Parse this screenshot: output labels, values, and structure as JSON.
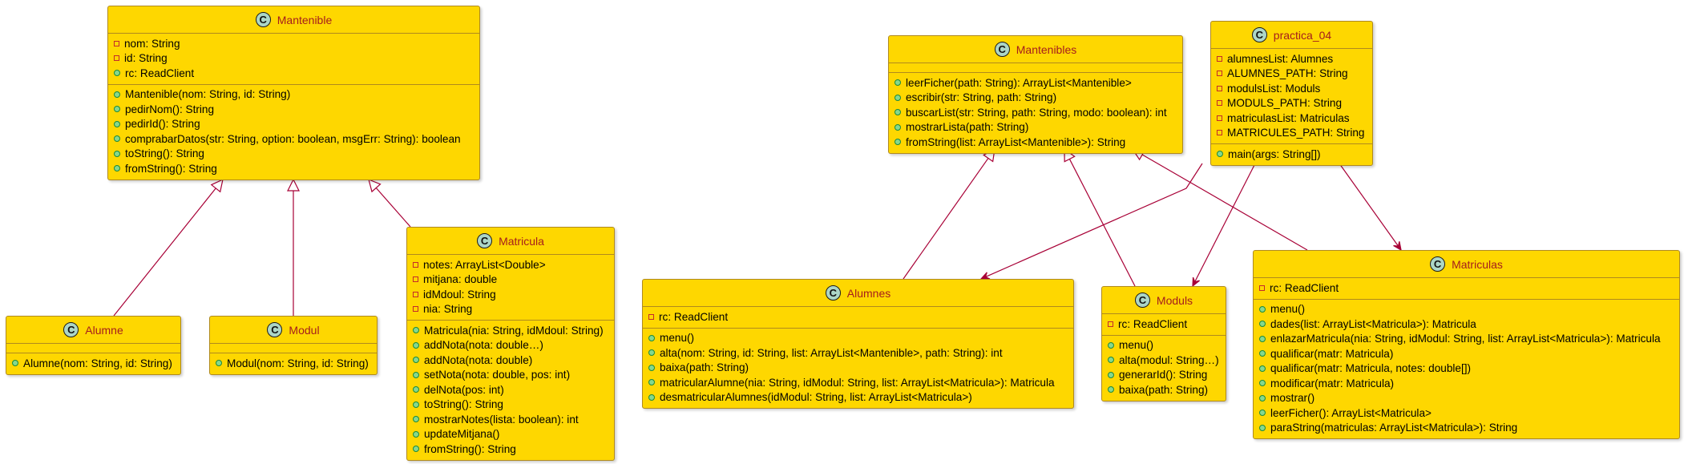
{
  "colors": {
    "class_fill": "#FED700",
    "class_border": "#B08A1E",
    "class_name": "#A51D1D",
    "icon_fill": "#ACD6C6",
    "private_marker": "#C42B2B",
    "public_marker": "#1B8A3A",
    "inheritance_edge": "#A80036",
    "association_edge": "#A80036"
  },
  "icons": {
    "class_icon": "circle-with-letter-C",
    "private_field": "red-square",
    "public_method": "green-circle"
  },
  "classes": [
    {
      "id": "mantenible",
      "name": "Mantenible",
      "icon_letter": "C",
      "fields": [
        {
          "vis": "private",
          "text": "nom: String"
        },
        {
          "vis": "private",
          "text": "id: String"
        },
        {
          "vis": "public",
          "text": "rc: ReadClient"
        }
      ],
      "methods": [
        {
          "vis": "public",
          "text": "Mantenible(nom: String, id: String)"
        },
        {
          "vis": "public",
          "text": "pedirNom(): String"
        },
        {
          "vis": "public",
          "text": "pedirId(): String"
        },
        {
          "vis": "public",
          "text": "comprabarDatos(str: String, option: boolean, msgErr: String): boolean"
        },
        {
          "vis": "public",
          "text": "toString(): String"
        },
        {
          "vis": "public",
          "text": "fromString(): String"
        }
      ]
    },
    {
      "id": "alumne",
      "name": "Alumne",
      "icon_letter": "C",
      "fields": [],
      "methods": [
        {
          "vis": "public",
          "text": "Alumne(nom: String, id: String)"
        }
      ]
    },
    {
      "id": "modul",
      "name": "Modul",
      "icon_letter": "C",
      "fields": [],
      "methods": [
        {
          "vis": "public",
          "text": "Modul(nom: String, id: String)"
        }
      ]
    },
    {
      "id": "matricula",
      "name": "Matricula",
      "icon_letter": "C",
      "fields": [
        {
          "vis": "private",
          "text": "notes: ArrayList<Double>"
        },
        {
          "vis": "private",
          "text": "mitjana: double"
        },
        {
          "vis": "private",
          "text": "idMdoul: String"
        },
        {
          "vis": "private",
          "text": "nia: String"
        }
      ],
      "methods": [
        {
          "vis": "public",
          "text": "Matricula(nia: String, idMdoul: String)"
        },
        {
          "vis": "public",
          "text": "addNota(nota: double…)"
        },
        {
          "vis": "public",
          "text": "addNota(nota: double)"
        },
        {
          "vis": "public",
          "text": "setNota(nota: double, pos: int)"
        },
        {
          "vis": "public",
          "text": "delNota(pos: int)"
        },
        {
          "vis": "public",
          "text": "toString(): String"
        },
        {
          "vis": "public",
          "text": "mostrarNotes(lista: boolean): int"
        },
        {
          "vis": "public",
          "text": "updateMitjana()"
        },
        {
          "vis": "public",
          "text": "fromString(): String"
        }
      ]
    },
    {
      "id": "mantenibles",
      "name": "Mantenibles",
      "icon_letter": "C",
      "fields": [],
      "methods": [
        {
          "vis": "public",
          "text": "leerFicher(path: String): ArrayList<Mantenible>"
        },
        {
          "vis": "public",
          "text": "escribir(str: String, path: String)"
        },
        {
          "vis": "public",
          "text": "buscarList(str: String, path: String, modo: boolean): int"
        },
        {
          "vis": "public",
          "text": "mostrarLista(path: String)"
        },
        {
          "vis": "public",
          "text": "fromString(list: ArrayList<Mantenible>): String"
        }
      ]
    },
    {
      "id": "practica_04",
      "name": "practica_04",
      "icon_letter": "C",
      "fields": [
        {
          "vis": "private",
          "text": "alumnesList: Alumnes"
        },
        {
          "vis": "private",
          "text": "ALUMNES_PATH: String"
        },
        {
          "vis": "private",
          "text": "modulsList: Moduls"
        },
        {
          "vis": "private",
          "text": "MODULS_PATH: String"
        },
        {
          "vis": "private",
          "text": "matriculasList: Matriculas"
        },
        {
          "vis": "private",
          "text": "MATRICULES_PATH: String"
        }
      ],
      "methods": [
        {
          "vis": "public",
          "text": "main(args: String[])"
        }
      ]
    },
    {
      "id": "alumnes",
      "name": "Alumnes",
      "icon_letter": "C",
      "fields": [
        {
          "vis": "private",
          "text": "rc: ReadClient"
        }
      ],
      "methods": [
        {
          "vis": "public",
          "text": "menu()"
        },
        {
          "vis": "public",
          "text": "alta(nom: String, id: String, list: ArrayList<Mantenible>, path: String): int"
        },
        {
          "vis": "public",
          "text": "baixa(path: String)"
        },
        {
          "vis": "public",
          "text": "matricularAlumne(nia: String, idModul: String, list: ArrayList<Matricula>): Matricula"
        },
        {
          "vis": "public",
          "text": "desmatricularAlumnes(idModul: String, list: ArrayList<Matricula>)"
        }
      ]
    },
    {
      "id": "moduls",
      "name": "Moduls",
      "icon_letter": "C",
      "fields": [
        {
          "vis": "private",
          "text": "rc: ReadClient"
        }
      ],
      "methods": [
        {
          "vis": "public",
          "text": "menu()"
        },
        {
          "vis": "public",
          "text": "alta(modul: String…)"
        },
        {
          "vis": "public",
          "text": "generarId(): String"
        },
        {
          "vis": "public",
          "text": "baixa(path: String)"
        }
      ]
    },
    {
      "id": "matriculas",
      "name": "Matriculas",
      "icon_letter": "C",
      "fields": [
        {
          "vis": "private",
          "text": "rc: ReadClient"
        }
      ],
      "methods": [
        {
          "vis": "public",
          "text": "menu()"
        },
        {
          "vis": "public",
          "text": "dades(list: ArrayList<Matricula>): Matricula"
        },
        {
          "vis": "public",
          "text": "enlazarMatricula(nia: String, idModul: String, list: ArrayList<Matricula>): Matricula"
        },
        {
          "vis": "public",
          "text": "qualificar(matr: Matricula)"
        },
        {
          "vis": "public",
          "text": "qualificar(matr: Matricula, notes: double[])"
        },
        {
          "vis": "public",
          "text": "modificar(matr: Matricula)"
        },
        {
          "vis": "public",
          "text": "mostrar()"
        },
        {
          "vis": "public",
          "text": "leerFicher(): ArrayList<Matricula>"
        },
        {
          "vis": "public",
          "text": "paraString(matriculas: ArrayList<Matricula>): String"
        }
      ]
    }
  ],
  "relations": [
    {
      "type": "inheritance",
      "from": "alumne",
      "to": "mantenible"
    },
    {
      "type": "inheritance",
      "from": "modul",
      "to": "mantenible"
    },
    {
      "type": "inheritance",
      "from": "matricula",
      "to": "mantenible"
    },
    {
      "type": "inheritance",
      "from": "alumnes",
      "to": "mantenibles"
    },
    {
      "type": "inheritance",
      "from": "moduls",
      "to": "mantenibles"
    },
    {
      "type": "inheritance",
      "from": "matriculas",
      "to": "mantenibles"
    },
    {
      "type": "association",
      "from": "practica_04",
      "to": "alumnes"
    },
    {
      "type": "association",
      "from": "practica_04",
      "to": "moduls"
    },
    {
      "type": "association",
      "from": "practica_04",
      "to": "matriculas"
    }
  ]
}
